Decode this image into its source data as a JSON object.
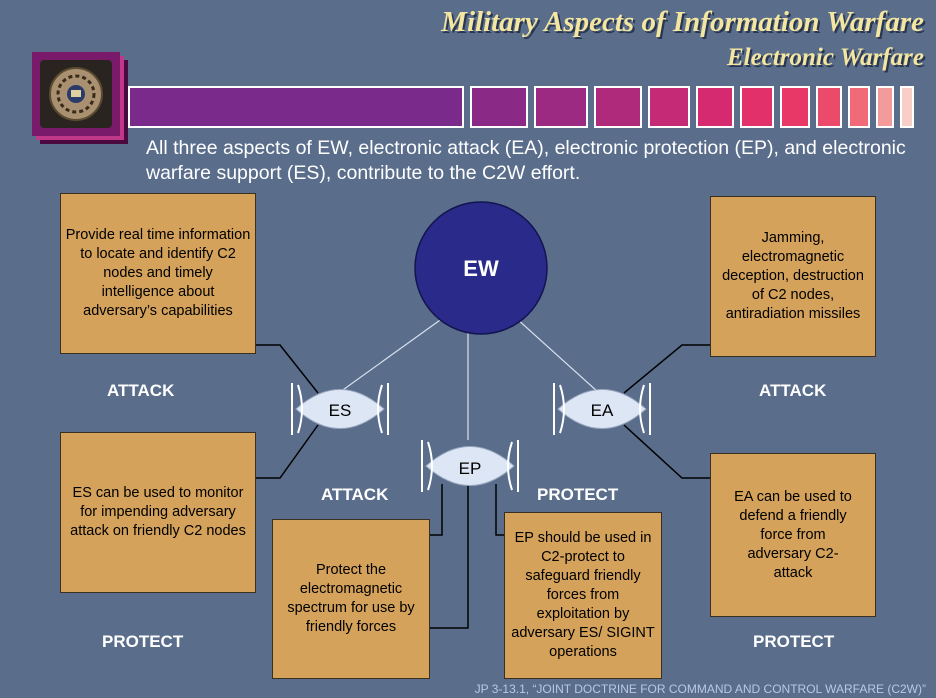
{
  "title": {
    "line1": "Military Aspects of Information Warfare",
    "line2": "Electronic Warfare"
  },
  "intro": "All three aspects of EW, electronic attack (EA), electronic protection (EP), and electronic warfare support (ES), contribute to the C2W effort.",
  "nodes": {
    "ew": "EW",
    "es": "ES",
    "ep": "EP",
    "ea": "EA"
  },
  "boxes": {
    "es_attack": "Provide real time information to locate and identify C2 nodes and timely intelligence about adversary’s capabilities",
    "es_protect": "ES can be used to monitor for impending adversary attack on friendly C2 nodes",
    "ep_attack": "Protect the electromagnetic spectrum for use by friendly forces",
    "ep_protect": "EP should be used in C2-protect to safeguard friendly forces from exploitation by adversary ES/ SIGINT operations",
    "ea_attack": "Jamming, electromagnetic deception, destruction of C2 nodes, antiradiation missiles",
    "ea_protect": "EA can be used to defend a friendly force from adversary C2-attack"
  },
  "labels": {
    "es_attack": "ATTACK",
    "es_protect": "PROTECT",
    "ep_attack": "ATTACK",
    "ep_protect": "PROTECT",
    "ea_attack": "ATTACK",
    "ea_protect": "PROTECT"
  },
  "footer": "JP 3-13.1, “JOINT DOCTRINE FOR COMMAND AND CONTROL WARFARE (C2W)”",
  "colors": {
    "background": "#5a6e8c",
    "box": "#d4a25a",
    "ew_circle": "#2a2a8a",
    "lens": "#dde6f4",
    "title": "#f2e6a0"
  }
}
